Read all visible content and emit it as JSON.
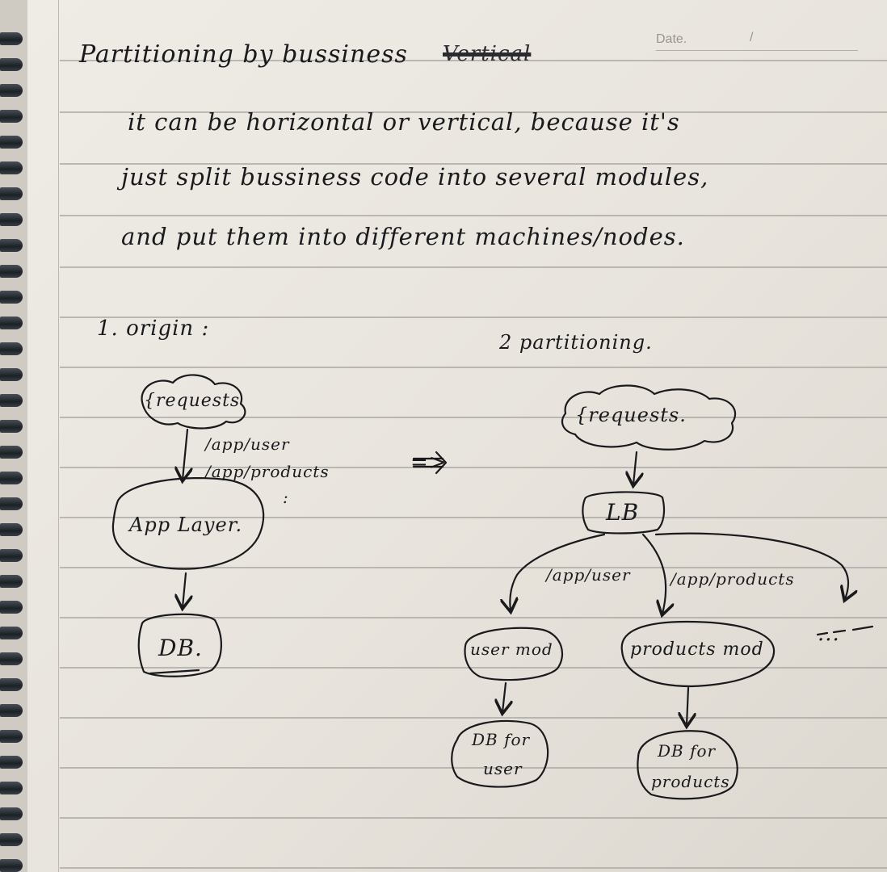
{
  "header": {
    "date_label": "Date.",
    "date_slash": "/"
  },
  "title": "Partitioning by bussiness",
  "title_crossed": "Vertical",
  "body_lines": [
    "it can be horizontal or vertical, because it's",
    "just split bussiness code into several modules,",
    "and put them into different machines/nodes."
  ],
  "origin": {
    "heading": "1. origin :",
    "requests": "{requests",
    "route_user": "/app/user",
    "route_products": "/app/products",
    "route_more": ":",
    "app_layer": "App Layer.",
    "db": "DB."
  },
  "transition_arrow": "=>",
  "partitioning": {
    "heading": "2 partitioning.",
    "requests": "{requests.",
    "lb": "LB",
    "route_user": "/app/user",
    "route_products": "/app/products",
    "user_mod": "user mod",
    "products_mod": "products mod",
    "ellipsis": "...",
    "db_user_line1": "DB for",
    "db_user_line2": "user",
    "db_products_line1": "DB for",
    "db_products_line2": "products"
  }
}
